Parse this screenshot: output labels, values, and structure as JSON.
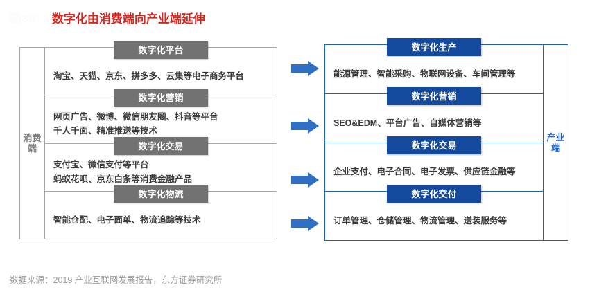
{
  "header": {
    "figure_number": "图30：",
    "title": "数字化由消费端向产业端延伸",
    "title_color": "#d7261e"
  },
  "colors": {
    "consumer_chip": "#727272",
    "consumer_border": "#a6a6a6",
    "industry_chip": "#144a9e",
    "industry_border": "#1f5fc0",
    "arrow": "#2f6fc4",
    "footer_text": "#9b9b9b"
  },
  "left_panel": {
    "name": "consumer-side-panel",
    "side_label": "消费端",
    "sections": [
      {
        "chip": "数字化平台",
        "lines": [
          "淘宝、天猫、京东、拼多多、云集等电子商务平台"
        ]
      },
      {
        "chip": "数字化营销",
        "lines": [
          "网页广告、微博、微信朋友圈、抖音等平台",
          "千人千面、精准推送等技术"
        ]
      },
      {
        "chip": "数字化交易",
        "lines": [
          "支付宝、微信支付等平台",
          "蚂蚁花呗、京东白条等消费金融产品"
        ]
      },
      {
        "chip": "数字化物流",
        "lines": [
          "智能仓配、电子面单、物流追踪等技术"
        ]
      }
    ]
  },
  "arrows": {
    "name": "flow-arrows",
    "icon": "arrow-right-icon",
    "count": 4
  },
  "right_panel": {
    "name": "industry-side-panel",
    "side_label": "产业端",
    "sections": [
      {
        "chip": "数字化生产",
        "lines": [
          "能源管理、智能采购、物联网设备、车间管理等"
        ]
      },
      {
        "chip": "数字化营销",
        "lines": [
          "SEO&EDM、平台广告、自媒体营销等"
        ]
      },
      {
        "chip": "数字化交易",
        "lines": [
          "企业支付、电子合同、电子发票、供应链金融等"
        ]
      },
      {
        "chip": "数字化交付",
        "lines": [
          "订单管理、仓储管理、物流管理、送装服务等"
        ]
      }
    ]
  },
  "footer": {
    "source": "数据来源：2019 产业互联网发展报告，东方证券研究所"
  }
}
